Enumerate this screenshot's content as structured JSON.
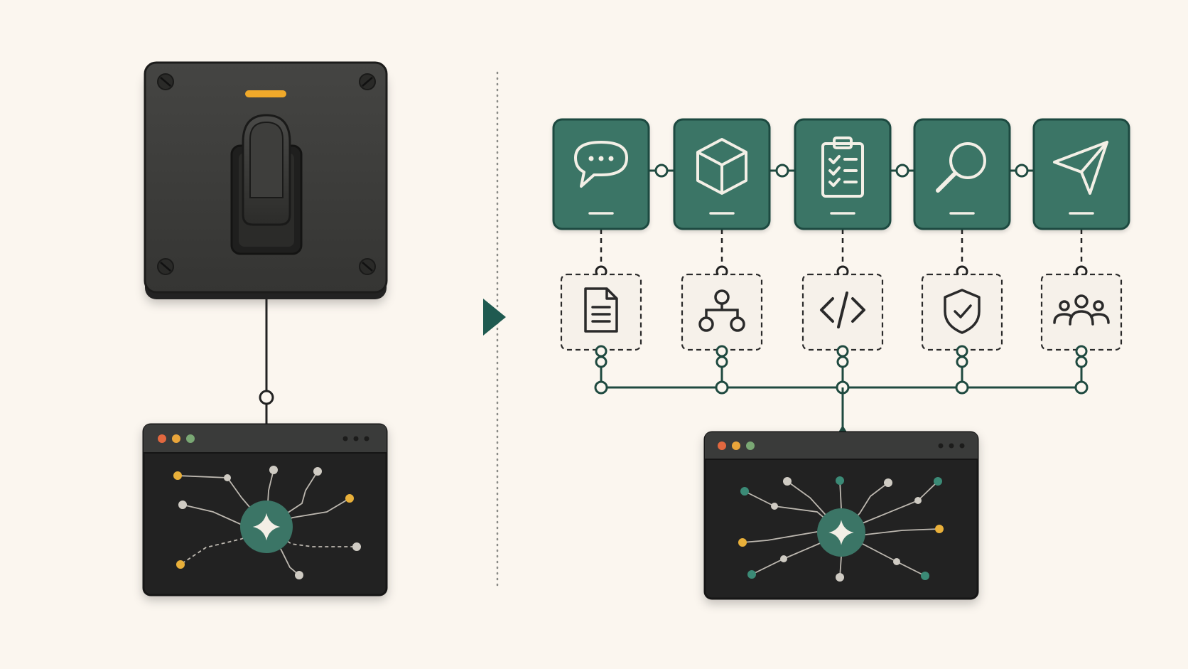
{
  "colors": {
    "background": "#fbf6ef",
    "accent_teal": "#3b7566",
    "teal_dark": "#1f4a40",
    "switch_body": "#3a3a38",
    "switch_dark": "#242422",
    "indicator_amber": "#f0a92a",
    "window_bg": "#232423",
    "window_titlebar": "#3a3b3a",
    "dot_red": "#e2683f",
    "dot_yellow": "#e9a53a",
    "dot_green": "#7aa874",
    "node_amber": "#e9b03a",
    "node_grey": "#cfcbc3",
    "node_teal": "#3b8a76",
    "line_dark": "#222222"
  },
  "left_panel": {
    "control": "toggle-switch",
    "indicator": "amber-light",
    "connector": "single-line",
    "window": {
      "hub_icon": "sparkle-icon",
      "window_controls": [
        "red",
        "yellow",
        "green"
      ],
      "menu_icon": "ellipsis-icon"
    }
  },
  "divider": {
    "style": "dotted",
    "arrow_icon": "play-arrow-icon"
  },
  "right_panel": {
    "pipeline_steps": [
      {
        "icon": "chat-bubble-icon"
      },
      {
        "icon": "cube-icon"
      },
      {
        "icon": "clipboard-checklist-icon"
      },
      {
        "icon": "magnifier-icon"
      },
      {
        "icon": "paper-plane-icon"
      }
    ],
    "sub_tools": [
      {
        "icon": "document-icon"
      },
      {
        "icon": "hierarchy-icon"
      },
      {
        "icon": "code-icon"
      },
      {
        "icon": "shield-check-icon"
      },
      {
        "icon": "users-icon"
      }
    ],
    "window": {
      "hub_icon": "sparkle-icon",
      "window_controls": [
        "red",
        "yellow",
        "green"
      ],
      "menu_icon": "ellipsis-icon"
    }
  }
}
